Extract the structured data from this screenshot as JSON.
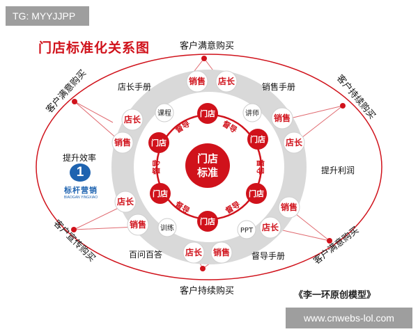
{
  "header": {
    "tag_text": "TG: MYYJJPP",
    "title": "门店标准化关系图"
  },
  "footer": {
    "website": "www.cnwebs-lol.com",
    "credit": "《李一环原创模型》"
  },
  "center": {
    "line1": "门店",
    "line2": "标准"
  },
  "inner_ring": {
    "store_label": "门店",
    "supervisor_label": "督导",
    "tags": {
      "course": "课程",
      "lecturer": "讲师",
      "training": "训练",
      "ppt": "PPT"
    }
  },
  "outer_ring": {
    "manager_label": "店长",
    "sales_label": "销售",
    "texts": {
      "manager_manual": "店长手册",
      "sales_manual": "销售手册",
      "efficiency": "提升效率",
      "profit": "提升利润",
      "faq": "百问百答",
      "supervisor_manual": "督导手册"
    }
  },
  "ellipse_labels": {
    "top": "客户满意购买",
    "bottom": "客户持续购买",
    "top_left": "客户满意购买",
    "top_right": "客户持续购买",
    "bottom_left": "客户宣传购买",
    "bottom_right": "客户满意购买"
  },
  "logo": {
    "mark": "1",
    "name": "标杆营销",
    "name_en": "BIAOGAN YINGXIAO"
  },
  "colors": {
    "red": "#d0121b",
    "grey_ring": "#d9d9d9",
    "outline": "#d0121b"
  }
}
